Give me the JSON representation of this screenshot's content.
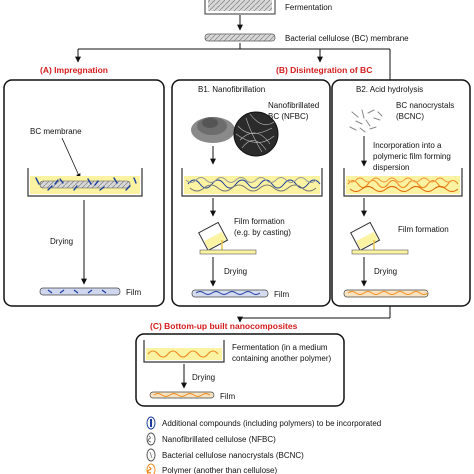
{
  "top": {
    "fermentation": "Fermentation",
    "bc_membrane": "Bacterial cellulose (BC) membrane"
  },
  "sections": {
    "a_title": "(A) Impregnation",
    "b_title": "(B) Disintegration of BC",
    "c_title": "(C) Bottom-up built nanocomposites"
  },
  "panel_a": {
    "bc_membrane": "BC membrane",
    "drying": "Drying",
    "film": "Film"
  },
  "panel_b1": {
    "title": "B1. Nanofibrillation",
    "nfbc_line1": "Nanofibrillated",
    "nfbc_line2": "BC (NFBC)",
    "film_formation": "Film formation",
    "casting": "(e.g. by casting)",
    "drying": "Drying",
    "film": "Film"
  },
  "panel_b2": {
    "title": "B2. Acid hydrolysis",
    "bcnc_line1": "BC nanocrystals",
    "bcnc_line2": "(BCNC)",
    "incorp_line1": "Incorporation into a",
    "incorp_line2": "polymeric film forming",
    "incorp_line3": "dispersion",
    "film_formation": "Film formation",
    "drying": "Drying"
  },
  "panel_c": {
    "ferm_line1": "Fermentation (in a medium",
    "ferm_line2": "containing another polymer)",
    "drying": "Drying",
    "film": "Film"
  },
  "legend": [
    "Additional compounds (including polymers) to be incorporated",
    "Nanofibrillated cellulose (NFBC)",
    "Bacterial cellulose nanocrystals (BCNC)",
    "Polymer (another than cellulose)"
  ],
  "colors": {
    "section_title": "#d41c1c",
    "liquid": "#fbf3a2",
    "additive": "#1a3d9e",
    "nfbc": "#777777",
    "polymer": "#f08a1c",
    "membrane": "#bbbbbb"
  }
}
